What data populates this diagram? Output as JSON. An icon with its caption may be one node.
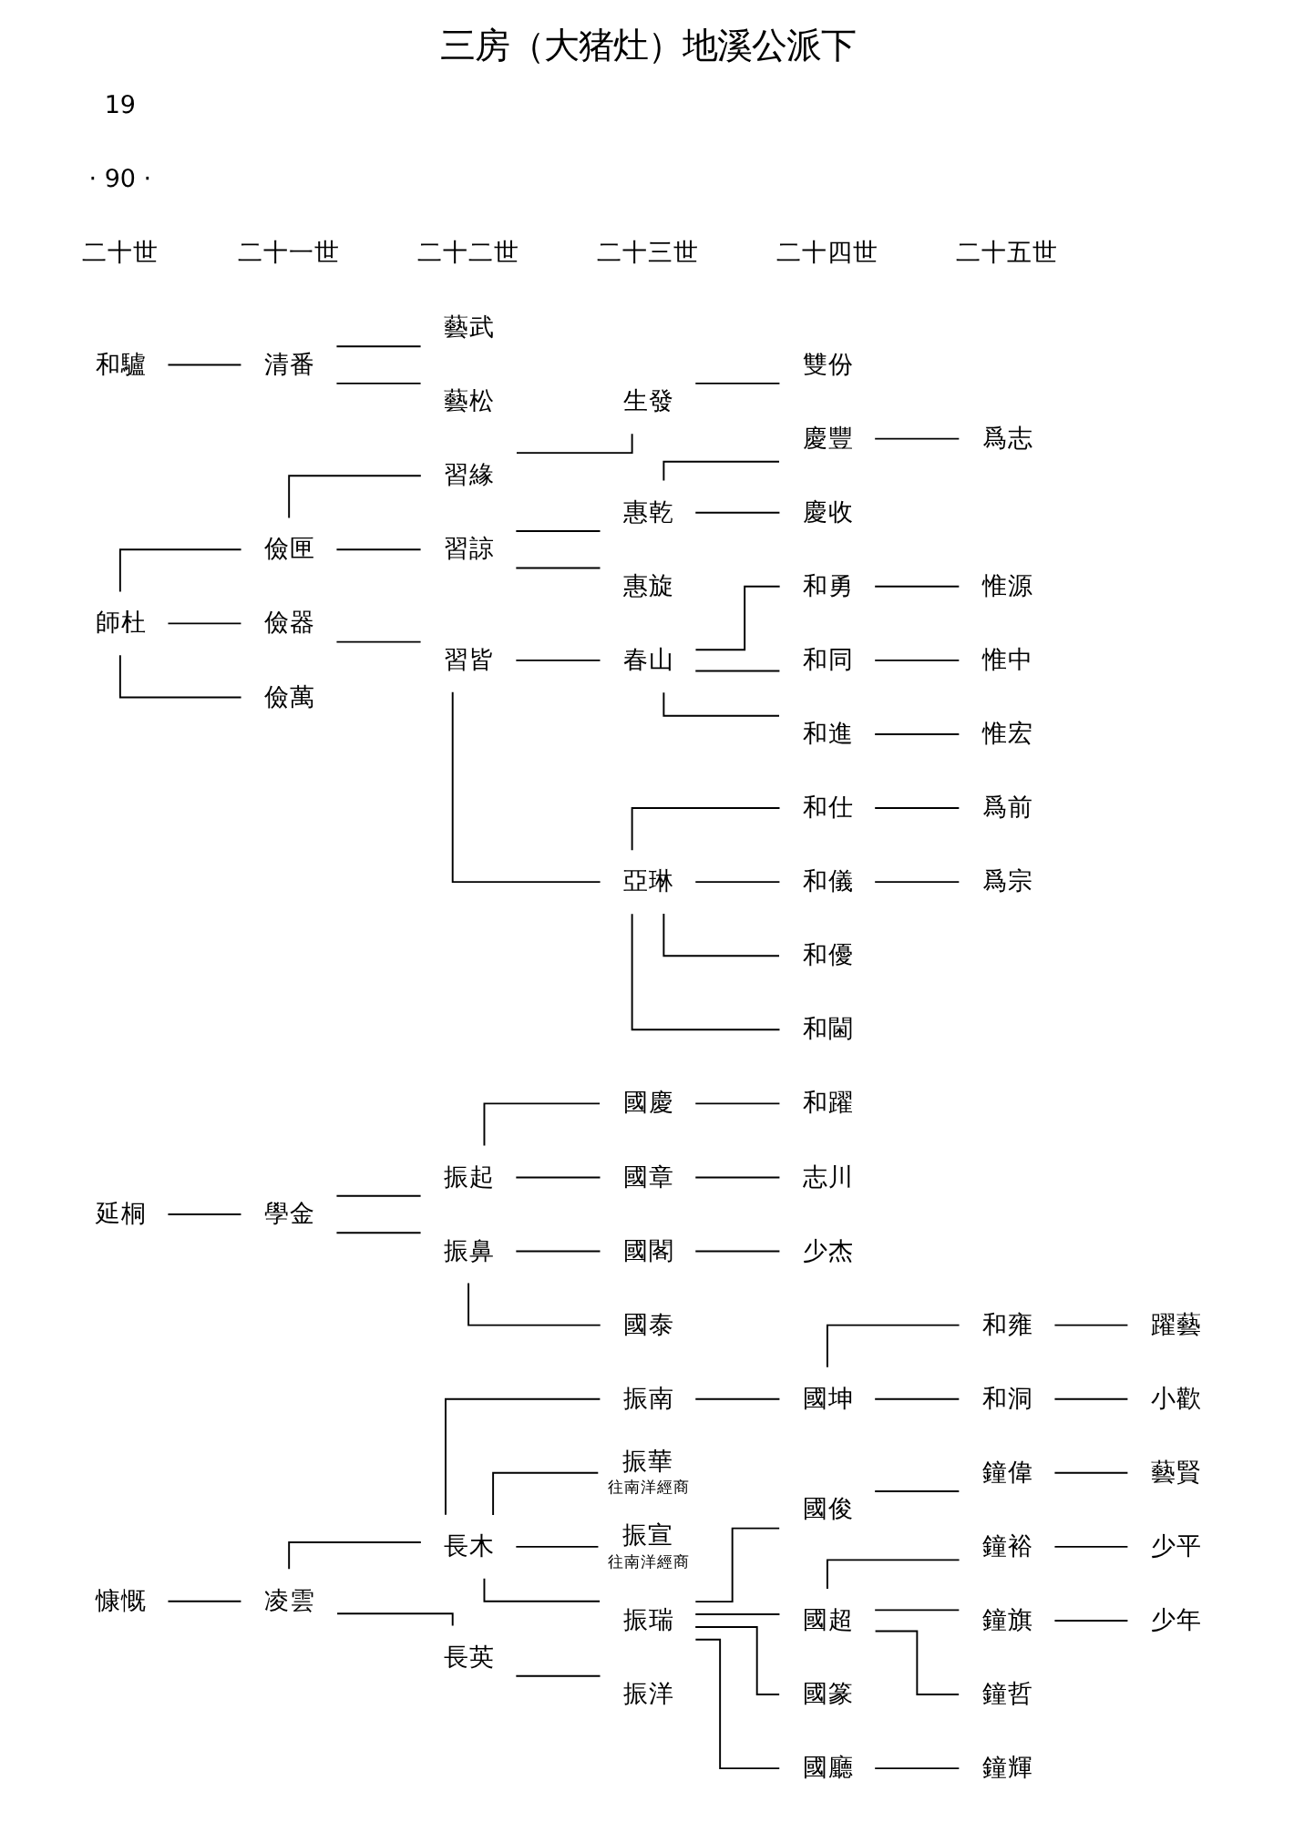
{
  "diagram": {
    "title": "三房（大猪灶）地溪公派下",
    "nodes": [
      {
        "text": [
          "慷慨"
        ]
      },
      {
        "text": [
          "凌雲"
        ]
      },
      {
        "text": [
          "長木"
        ]
      },
      {
        "text": [
          "長英"
        ]
      },
      {
        "text": [
          "振南"
        ]
      },
      {
        "text": [
          "振華"
        ],
        "beside": [
          "往南洋經商"
        ]
      },
      {
        "text": [
          "振宣"
        ],
        "beside": [
          "往南洋經商"
        ]
      },
      {
        "text": [
          "振瑞"
        ]
      },
      {
        "text": [
          "振洋"
        ]
      },
      {
        "text": [
          "國坤"
        ]
      },
      {
        "text": [
          "和雍"
        ]
      },
      {
        "text": [
          "和洞"
        ]
      },
      {
        "text": [
          "躍藝"
        ]
      },
      {
        "text": [
          "小歡"
        ]
      },
      {
        "text": [
          "國俊"
        ]
      },
      {
        "text": [
          "鐘偉"
        ]
      },
      {
        "text": [
          "藝賢"
        ]
      },
      {
        "text": [
          "國超"
        ]
      },
      {
        "text": [
          "鐘裕"
        ]
      },
      {
        "text": [
          "鐘旗"
        ]
      },
      {
        "text": [
          "鐘哲"
        ]
      },
      {
        "text": [
          "少平"
        ]
      },
      {
        "text": [
          "少年"
        ]
      },
      {
        "text": [
          "國篆"
        ]
      },
      {
        "text": [
          "國廳"
        ]
      },
      {
        "text": [
          "鐘輝"
        ]
      },
      {
        "text": [
          "延桐"
        ]
      },
      {
        "text": [
          "學金"
        ]
      },
      {
        "text": [
          "振起"
        ]
      },
      {
        "text": [
          "振鼻"
        ]
      },
      {
        "text": [
          "國慶"
        ]
      },
      {
        "text": [
          "國章"
        ]
      },
      {
        "text": [
          "和躍"
        ]
      },
      {
        "text": [
          "志川"
        ]
      },
      {
        "text": [
          "國閣"
        ]
      },
      {
        "text": [
          "國泰"
        ]
      },
      {
        "text": [
          "少杰"
        ]
      },
      {
        "text": [
          "師杜"
        ]
      },
      {
        "text": [
          "儉匣"
        ]
      },
      {
        "text": [
          "儉器"
        ]
      },
      {
        "text": [
          "儉萬"
        ]
      },
      {
        "text": [
          "習緣"
        ]
      },
      {
        "text": [
          "習諒"
        ]
      },
      {
        "text": [
          "生發"
        ]
      },
      {
        "text": [
          "雙份"
        ]
      },
      {
        "text": [
          "惠乾"
        ]
      },
      {
        "text": [
          "惠旋"
        ]
      },
      {
        "text": [
          "慶豐"
        ]
      },
      {
        "text": [
          "慶收"
        ]
      },
      {
        "text": [
          "爲志"
        ]
      },
      {
        "text": [
          "習皆"
        ]
      },
      {
        "text": [
          "春山"
        ]
      },
      {
        "text": [
          "亞琳"
        ]
      },
      {
        "text": [
          "和勇"
        ]
      },
      {
        "text": [
          "和同"
        ]
      },
      {
        "text": [
          "和進"
        ]
      },
      {
        "text": [
          "惟源"
        ]
      },
      {
        "text": [
          "惟中"
        ]
      },
      {
        "text": [
          "惟宏"
        ]
      },
      {
        "text": [
          "和仕"
        ]
      },
      {
        "text": [
          "和儀"
        ]
      },
      {
        "text": [
          "和優"
        ]
      },
      {
        "text": [
          "和閫"
        ]
      },
      {
        "text": [
          "爲前"
        ]
      },
      {
        "text": [
          "爲宗"
        ]
      },
      {
        "text": [
          "和驢"
        ]
      },
      {
        "text": [
          "清番"
        ]
      },
      {
        "text": [
          "藝武"
        ]
      },
      {
        "text": [
          "藝松"
        ]
      }
    ],
    "edges": [
      {
        "from": 0,
        "to": 1,
        "arrow": "none"
      },
      {
        "from": 1,
        "to": 2,
        "arrow": "none"
      },
      {
        "from": 1,
        "to": 3,
        "arrow": "none"
      },
      {
        "from": 2,
        "to": 4,
        "arrow": "none"
      },
      {
        "from": 2,
        "to": 5,
        "arrow": "none"
      },
      {
        "from": 2,
        "to": 6,
        "arrow": "none"
      },
      {
        "from": 2,
        "to": 7,
        "arrow": "none"
      },
      {
        "from": 3,
        "to": 8,
        "arrow": "none"
      },
      {
        "from": 4,
        "to": 9,
        "arrow": "none"
      },
      {
        "from": 9,
        "to": 10,
        "arrow": "none"
      },
      {
        "from": 9,
        "to": 11,
        "arrow": "none"
      },
      {
        "from": 10,
        "to": 12,
        "arrow": "none"
      },
      {
        "from": 11,
        "to": 13,
        "arrow": "none"
      },
      {
        "from": 7,
        "to": 14,
        "arrow": "none"
      },
      {
        "from": 14,
        "to": 15,
        "arrow": "none"
      },
      {
        "from": 15,
        "to": 16,
        "arrow": "none"
      },
      {
        "from": 7,
        "to": 17,
        "arrow": "none"
      },
      {
        "from": 17,
        "to": 18,
        "arrow": "none"
      },
      {
        "from": 17,
        "to": 19,
        "arrow": "none"
      },
      {
        "from": 17,
        "to": 20,
        "arrow": "none"
      },
      {
        "from": 18,
        "to": 21,
        "arrow": "none"
      },
      {
        "from": 19,
        "to": 22,
        "arrow": "none"
      },
      {
        "from": 7,
        "to": 23,
        "arrow": "none"
      },
      {
        "from": 7,
        "to": 24,
        "arrow": "none"
      },
      {
        "from": 24,
        "to": 25,
        "arrow": "none"
      },
      {
        "from": 26,
        "to": 27,
        "arrow": "none"
      },
      {
        "from": 27,
        "to": 28,
        "arrow": "none"
      },
      {
        "from": 27,
        "to": 29,
        "arrow": "none"
      },
      {
        "from": 28,
        "to": 30,
        "arrow": "none"
      },
      {
        "from": 28,
        "to": 31,
        "arrow": "none"
      },
      {
        "from": 30,
        "to": 32,
        "arrow": "none"
      },
      {
        "from": 31,
        "to": 33,
        "arrow": "none"
      },
      {
        "from": 29,
        "to": 34,
        "arrow": "none"
      },
      {
        "from": 29,
        "to": 35,
        "arrow": "none"
      },
      {
        "from": 34,
        "to": 36,
        "arrow": "none"
      },
      {
        "from": 37,
        "to": 38,
        "arrow": "none"
      },
      {
        "from": 37,
        "to": 39,
        "arrow": "none"
      },
      {
        "from": 37,
        "to": 40,
        "arrow": "none"
      },
      {
        "from": 38,
        "to": 41,
        "arrow": "none"
      },
      {
        "from": 38,
        "to": 42,
        "arrow": "none"
      },
      {
        "from": 41,
        "to": 43,
        "arrow": "none"
      },
      {
        "from": 43,
        "to": 44,
        "arrow": "none"
      },
      {
        "from": 42,
        "to": 45,
        "arrow": "none"
      },
      {
        "from": 42,
        "to": 46,
        "arrow": "none"
      },
      {
        "from": 45,
        "to": 47,
        "arrow": "none"
      },
      {
        "from": 45,
        "to": 48,
        "arrow": "none"
      },
      {
        "from": 47,
        "to": 49,
        "arrow": "none"
      },
      {
        "from": 39,
        "to": 50,
        "arrow": "none"
      },
      {
        "from": 50,
        "to": 51,
        "arrow": "none"
      },
      {
        "from": 50,
        "to": 52,
        "arrow": "none"
      },
      {
        "from": 51,
        "to": 53,
        "arrow": "none"
      },
      {
        "from": 51,
        "to": 54,
        "arrow": "none"
      },
      {
        "from": 51,
        "to": 55,
        "arrow": "none"
      },
      {
        "from": 53,
        "to": 56,
        "arrow": "none"
      },
      {
        "from": 54,
        "to": 57,
        "arrow": "none"
      },
      {
        "from": 55,
        "to": 58,
        "arrow": "none"
      },
      {
        "from": 52,
        "to": 59,
        "arrow": "none"
      },
      {
        "from": 52,
        "to": 60,
        "arrow": "none"
      },
      {
        "from": 52,
        "to": 61,
        "arrow": "none"
      },
      {
        "from": 52,
        "to": 62,
        "arrow": "none"
      },
      {
        "from": 59,
        "to": 63,
        "arrow": "none"
      },
      {
        "from": 60,
        "to": 64,
        "arrow": "none"
      },
      {
        "from": 65,
        "to": 66,
        "arrow": "none"
      },
      {
        "from": 66,
        "to": 67,
        "arrow": "none"
      },
      {
        "from": 66,
        "to": 68,
        "arrow": "none"
      }
    ],
    "labels": [
      "二十世",
      "二十一世",
      "二十二世",
      "二十三世",
      "二十四世",
      "二十五世",
      "· 90 ·",
      "19"
    ]
  }
}
